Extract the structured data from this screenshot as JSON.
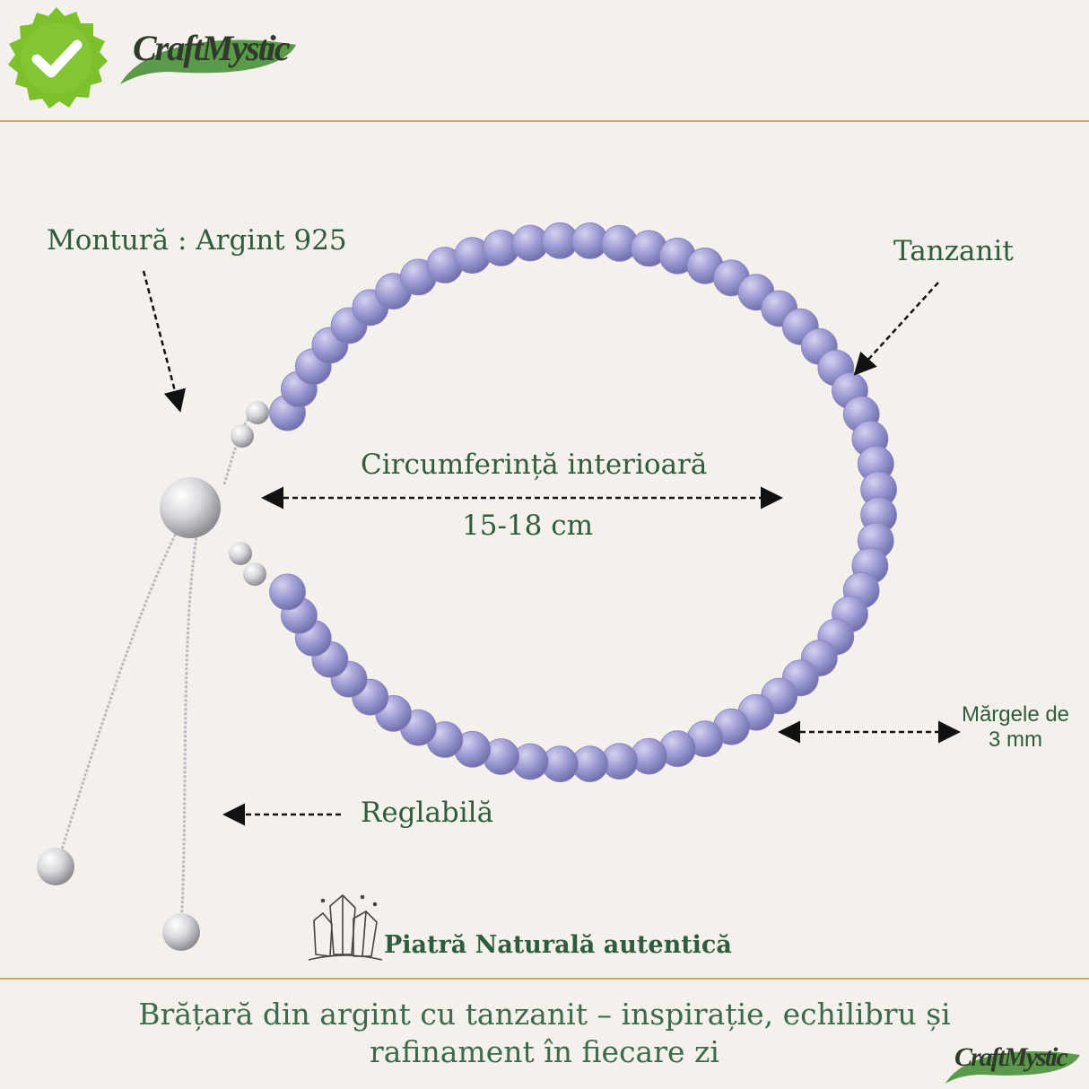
{
  "brand": {
    "name_top": "CraftMystic",
    "name_bottom": "CraftMystic",
    "badge_icon": "check-badge-icon",
    "accent": "#7cc02c",
    "leaf_color": "#5a9a4a",
    "rule_color": "#c9a857"
  },
  "labels": {
    "mounting": "Montură : Argint 925",
    "stone": "Tanzanit",
    "circumference_title": "Circumferință interioară",
    "circumference_value": "15-18 cm",
    "beads_line1": "Mărgele de",
    "beads_line2": "3 mm",
    "adjustable": "Reglabilă"
  },
  "authentic": {
    "icon": "crystal-cluster-icon",
    "text": "Piatră Naturală autentică"
  },
  "footer": {
    "line1": "Brățară din argint cu tanzanit – inspirație, echilibru și",
    "line2": "rafinament în fiecare zi"
  },
  "colors": {
    "background": "#f4f0ec",
    "label_green": "#2f5b3f",
    "bead_purple": "#9c9ad2",
    "silver": "#d8d8dc"
  }
}
